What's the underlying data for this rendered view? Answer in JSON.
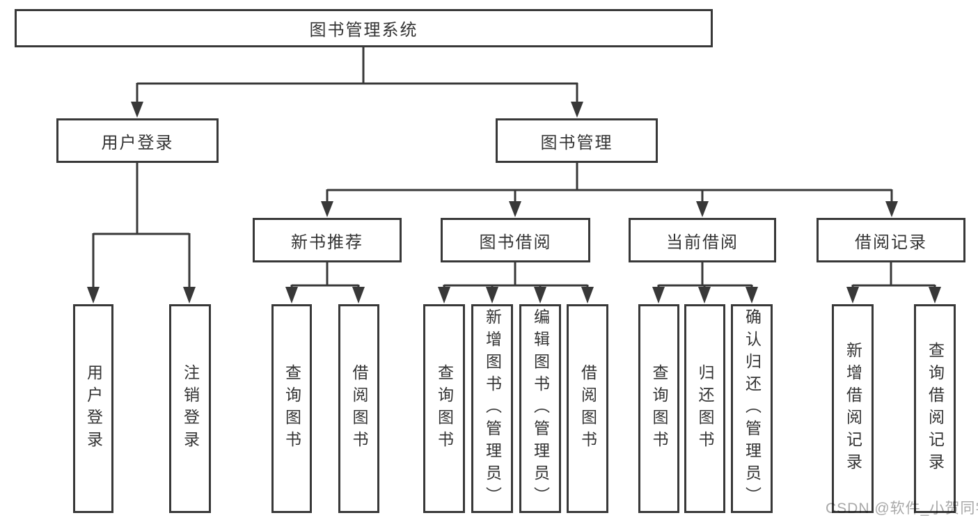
{
  "tree": {
    "root": {
      "label": "图书管理系统"
    },
    "branches": [
      {
        "label": "用户登录",
        "children": [
          {
            "label": "用户登录"
          },
          {
            "label": "注销登录"
          }
        ]
      },
      {
        "label": "图书管理",
        "groups": [
          {
            "label": "新书推荐",
            "children": [
              {
                "label": "查询图书"
              },
              {
                "label": "借阅图书"
              }
            ]
          },
          {
            "label": "图书借阅",
            "children": [
              {
                "label": "查询图书"
              },
              {
                "label": "新增图书（管理员）"
              },
              {
                "label": "编辑图书（管理员）"
              },
              {
                "label": "借阅图书"
              }
            ]
          },
          {
            "label": "当前借阅",
            "children": [
              {
                "label": "查询图书"
              },
              {
                "label": "归还图书"
              },
              {
                "label": "确认归还（管理员）"
              }
            ]
          },
          {
            "label": "借阅记录",
            "children": [
              {
                "label": "新增借阅记录"
              },
              {
                "label": "查询借阅记录"
              }
            ]
          }
        ]
      }
    ]
  },
  "watermark": "CSDN @软件_小贺同学",
  "colors": {
    "line": "#383838",
    "text": "#333333",
    "watermark": "#a8a8a8",
    "background": "#ffffff"
  }
}
